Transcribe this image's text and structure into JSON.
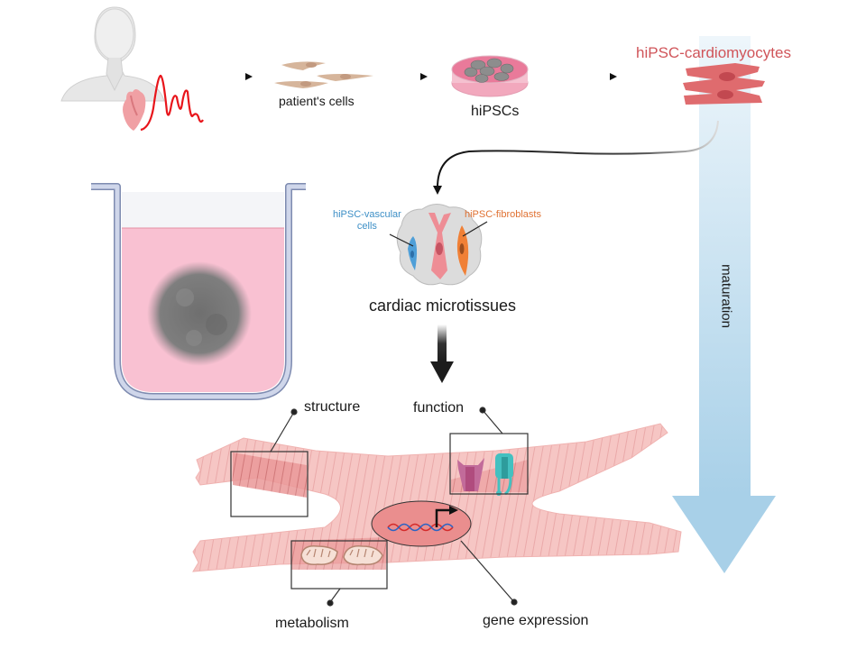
{
  "diagram": {
    "title": "hiPSC-derived cardiac microtissue maturation workflow",
    "steps": [
      {
        "id": "patient",
        "label": ""
      },
      {
        "id": "patient-cells",
        "label": "patient's cells"
      },
      {
        "id": "hipscs",
        "label": "hiPSCs"
      },
      {
        "id": "cardiomyocytes",
        "label": "hiPSC-cardiomyocytes"
      }
    ],
    "microtissue": {
      "label": "cardiac microtissues",
      "components": {
        "vascular": "hiPSC-vascular\ncells",
        "vascular_line1": "hiPSC-vascular",
        "vascular_line2": "cells",
        "fibroblasts": "hiPSC-fibroblasts"
      }
    },
    "maturation_label": "maturation",
    "features": {
      "structure": "structure",
      "function": "function",
      "metabolism": "metabolism",
      "gene_expression": "gene expression"
    },
    "colors": {
      "cardiomyocyte_red": "#d0555a",
      "vascular_blue": "#3d8fc6",
      "fibroblast_orange": "#e07132",
      "maturation_arrow": "#a9d2ea",
      "medium_pink": "#f8bfd0",
      "cell_pink": "#f4b9b6",
      "ecg_red": "#e8151b"
    }
  }
}
